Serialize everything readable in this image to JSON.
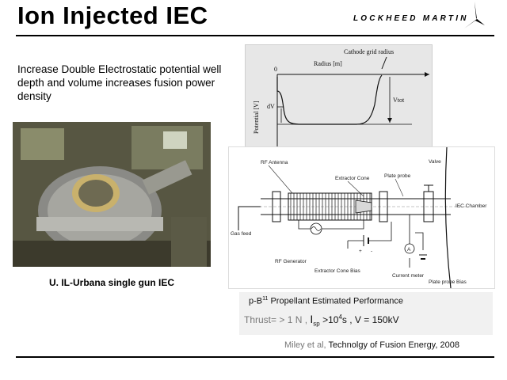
{
  "slide": {
    "title": "Ion Injected IEC",
    "logo": "LOCKHEED MARTIN",
    "headline": "Increase Double Electrostatic potential well depth and volume increases fusion power density",
    "photo_caption": "U. IL-Urbana  single gun IEC"
  },
  "graph": {
    "cathode_label": "Cathode grid radius",
    "radius_label": "Radius [m]",
    "origin_label": "0",
    "y_label": "Potential [V]",
    "dv_label": "dV",
    "vtot_label": "Vtot"
  },
  "schematic": {
    "labels": {
      "rf_antenna": "RF Antenna",
      "extractor_cone": "Extractor Cone",
      "plate_probe": "Plate probe",
      "valve": "Valve",
      "iec_chamber": "IEC Chamber",
      "gas_feed": "Gas feed",
      "rf_generator": "RF Generator",
      "extractor_cone_bias": "Extractor Cone Bias",
      "current_meter": "Current meter",
      "plate_probe_bias": "Plate probe Bias",
      "ammeter": "A",
      "plus": "+",
      "minus": "-"
    }
  },
  "performance": {
    "title_pre": "p-B",
    "title_sup": "11",
    "title_post": " Propellant Estimated Performance",
    "thrust_label": "Thrust=  > 1 N ,",
    "isp_pre": "I",
    "isp_sub": "sp",
    "isp_value": " >10",
    "isp_sup": "4",
    "isp_unit": "s",
    "voltage": " , V = 150kV"
  },
  "reference": {
    "authors": "Miley et al, ",
    "source": "Technolgy of Fusion Energy, 2008"
  },
  "colors": {
    "rule": "#000000",
    "graph_bg": "#e7e7e7",
    "perf_bg": "#f1f1f1"
  }
}
